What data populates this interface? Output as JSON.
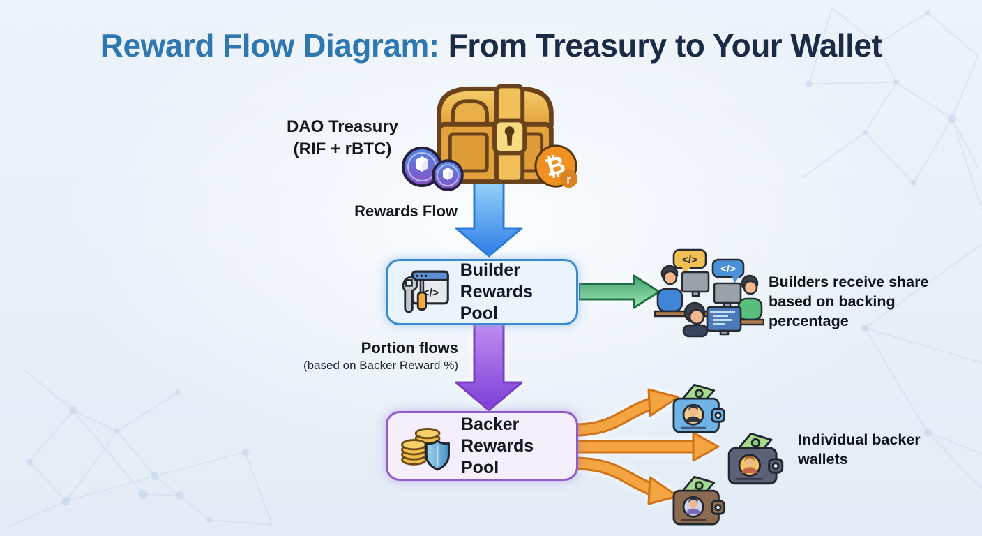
{
  "title": {
    "highlight": "Reward Flow Diagram:",
    "rest": "From Treasury to Your Wallet"
  },
  "treasury": {
    "label_line1": "DAO Treasury",
    "label_line2": "(RIF + rBTC)",
    "chest_icon": "treasure-chest",
    "rif_coin_icon": "rif-coin",
    "rbtc_coin_icon": "rbtc-coin",
    "btc_symbol": "₿",
    "rbtc_badge": "r"
  },
  "flow_treasury_to_builder": {
    "label": "Rewards Flow",
    "direction": "down",
    "color": "#2e7ce8"
  },
  "builder_pool": {
    "title_line1": "Builder",
    "title_line2": "Rewards Pool",
    "icon": "dev-tools-window",
    "code_glyph": "</>",
    "border_color": "#3a8ad2",
    "bg_color": "#eaf4fc"
  },
  "flow_builder_to_builders": {
    "direction": "right",
    "color": "#3fae62"
  },
  "builders_illustration": {
    "icon": "developers-working",
    "bubble_glyph_1": "</>",
    "bubble_glyph_2": "</>"
  },
  "builders_annotation": "Builders receive share based on backing percentage",
  "flow_builder_to_backer": {
    "label": "Portion flows",
    "sublabel": "(based on Backer Reward %)",
    "direction": "down",
    "color": "#8b4fd4"
  },
  "backer_pool": {
    "title_line1": "Backer",
    "title_line2": "Rewards Pool",
    "icon": "coins-shield",
    "border_color": "#8d5ec6",
    "bg_color": "#f5eefb"
  },
  "flow_backer_to_wallets": {
    "direction": "branch-right",
    "color": "#f09a36"
  },
  "wallet_icons": [
    "wallet-blue",
    "wallet-gray",
    "wallet-brown"
  ],
  "wallets_annotation": "Individual backer wallets",
  "colors": {
    "background": "#e9f1f9",
    "title_highlight": "#2e77b0",
    "title_dark": "#1c2b45",
    "text_dark": "#13191f"
  }
}
